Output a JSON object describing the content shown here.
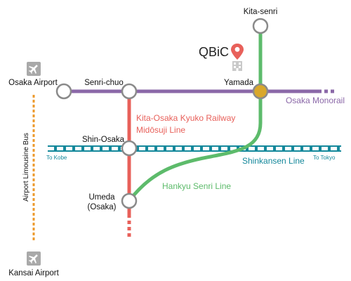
{
  "map": {
    "facility": {
      "name": "QBiC"
    },
    "stations": {
      "kita_senri": "Kita-senri",
      "osaka_airport": "Osaka Airport",
      "senri_chuo": "Senri-chuo",
      "yamada": "Yamada",
      "shin_osaka": "Shin-Osaka",
      "umeda_1": "Umeda",
      "umeda_2": "(Osaka)",
      "kansai_airport": "Kansai Airport"
    },
    "lines": {
      "monorail": {
        "label": "Osaka Monorail",
        "color": "#8b68a8"
      },
      "midosuji": {
        "label_1": "Kita-Osaka Kyuko Railway",
        "label_2": "Midōsuji Line",
        "color": "#e8605a"
      },
      "hankyu": {
        "label": "Hankyu Senri Line",
        "color": "#5dbb6b"
      },
      "shinkansen": {
        "label": "Shinkansen Line",
        "to_kobe": "To Kobe",
        "to_tokyo": "To Tokyo",
        "color": "#14889b"
      },
      "limousine": {
        "label": "Airport Limousine Bus",
        "color": "#ec9a2c"
      }
    },
    "colors": {
      "station_ring": "#8a8a8a",
      "yamada_fill": "#d9a72b",
      "pin": "#e8605a",
      "plane_icon": "#a9a9a9"
    },
    "icons": [
      "airplane-icon",
      "airplane-icon",
      "location-pin-icon",
      "building-icon"
    ]
  }
}
